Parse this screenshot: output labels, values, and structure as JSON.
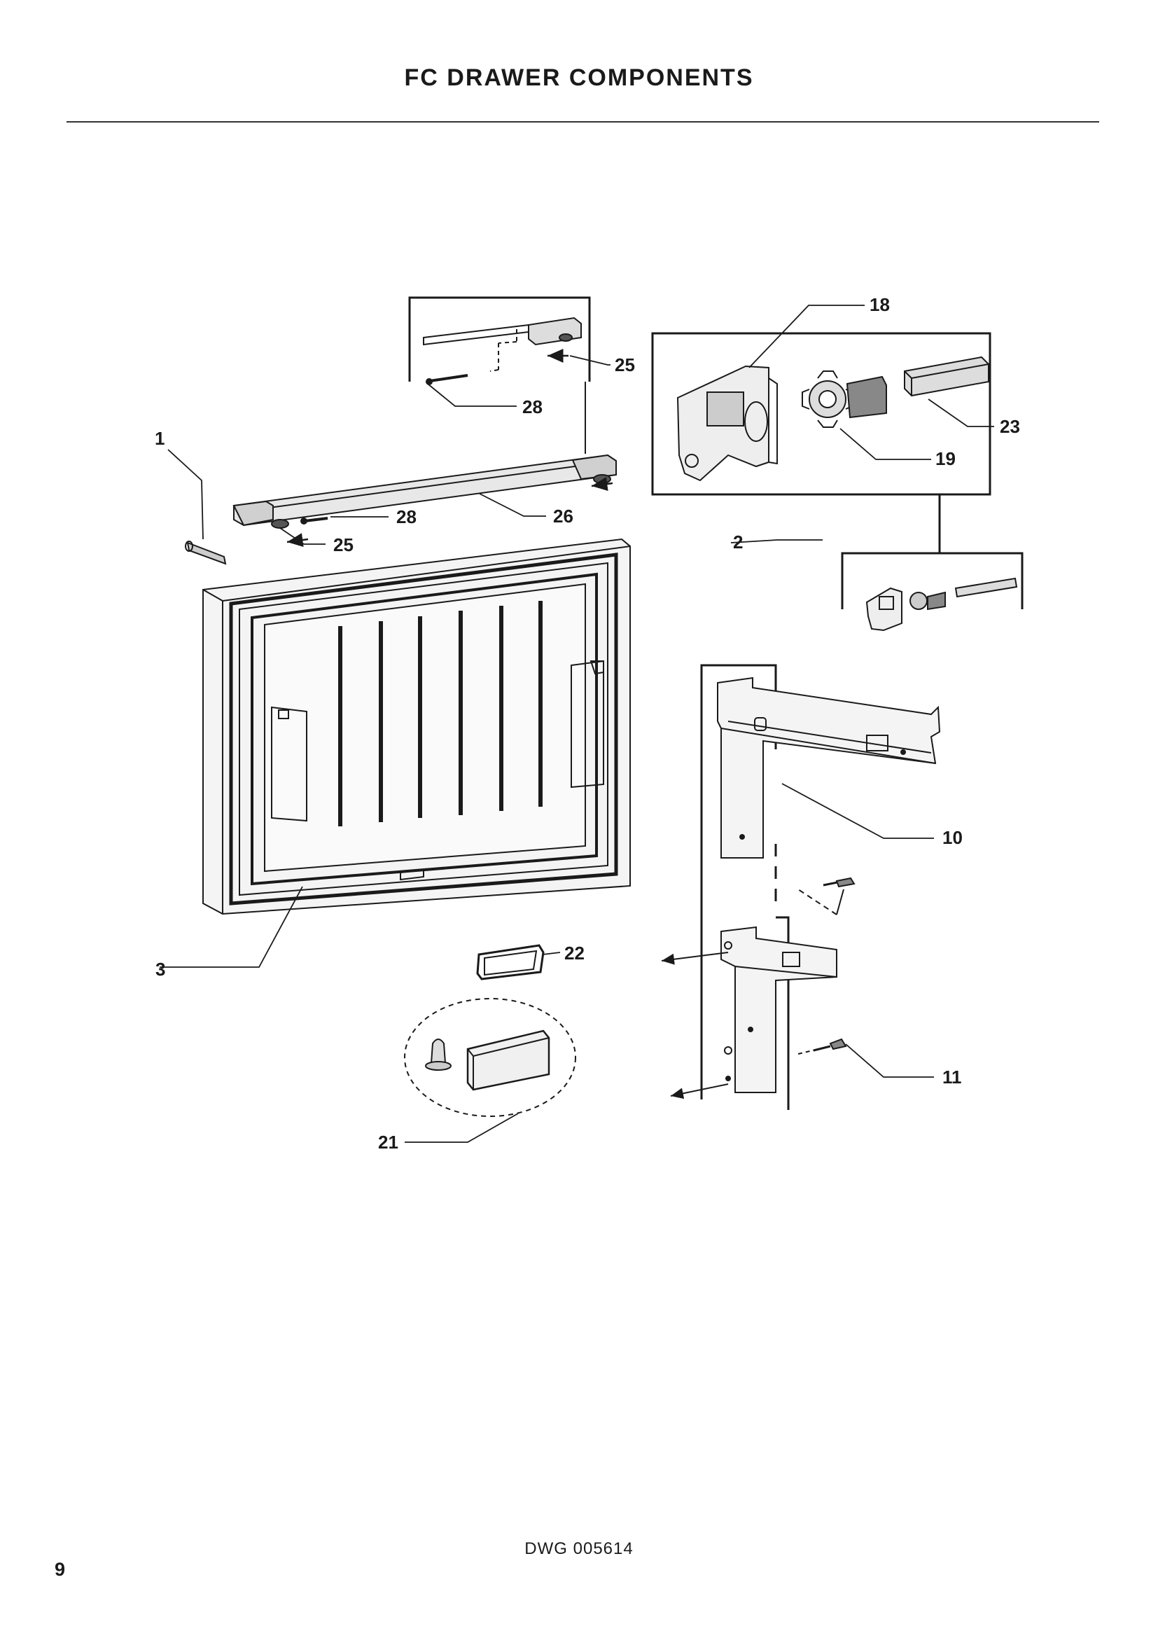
{
  "title": "FC DRAWER COMPONENTS",
  "drawing_number": "DWG 005614",
  "page_number": "9",
  "callouts": {
    "c1": "1",
    "c2": "2",
    "c3": "3",
    "c10": "10",
    "c11": "11",
    "c18": "18",
    "c19": "19",
    "c21": "21",
    "c22": "22",
    "c23": "23",
    "c25a": "25",
    "c25b": "25",
    "c26": "26",
    "c28a": "28",
    "c28b": "28"
  }
}
